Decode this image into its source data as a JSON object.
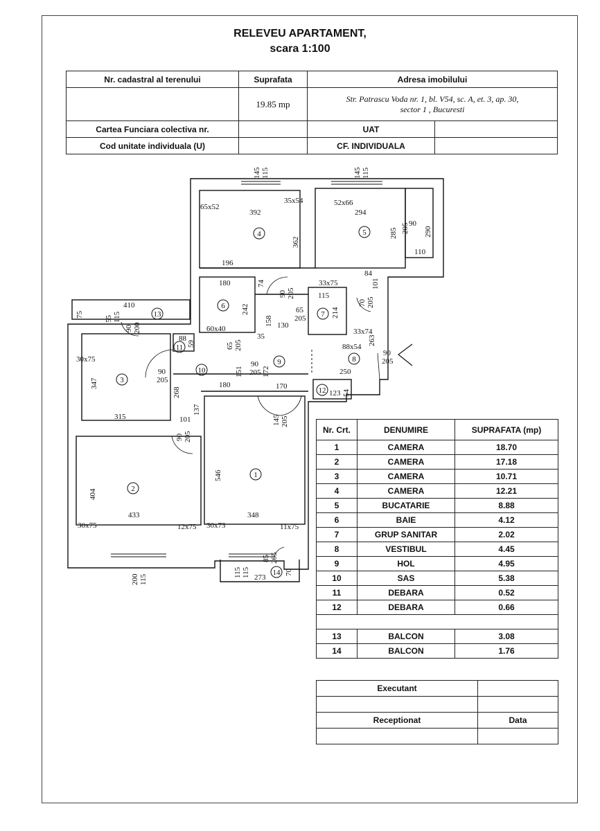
{
  "title": {
    "line1": "RELEVEU APARTAMENT,",
    "line2": "scara 1:100"
  },
  "header": {
    "col1": "Nr. cadastral al terenului",
    "col2": "Suprafata",
    "col3": "Adresa imobilului",
    "surface_value": "19.85 mp",
    "address_line1": "Str. Patrascu Voda nr. 1, bl. V54, sc. A, et. 3, ap. 30,",
    "address_line2": "sector 1 , Bucuresti",
    "row3_label": "Cartea Funciara colectiva nr.",
    "row3_mid": "UAT",
    "row4_label": "Cod unitate individuala (U)",
    "row4_mid": "CF. INDIVIDUALA"
  },
  "room_table": {
    "headers": [
      "Nr. Crt.",
      "DENUMIRE",
      "SUPRAFATA (mp)"
    ],
    "rows": [
      {
        "nr": "1",
        "name": "CAMERA",
        "area": "18.70"
      },
      {
        "nr": "2",
        "name": "CAMERA",
        "area": "17.18"
      },
      {
        "nr": "3",
        "name": "CAMERA",
        "area": "10.71"
      },
      {
        "nr": "4",
        "name": "CAMERA",
        "area": "12.21"
      },
      {
        "nr": "5",
        "name": "BUCATARIE",
        "area": "8.88"
      },
      {
        "nr": "6",
        "name": "BAIE",
        "area": "4.12"
      },
      {
        "nr": "7",
        "name": "GRUP SANITAR",
        "area": "2.02"
      },
      {
        "nr": "8",
        "name": "VESTIBUL",
        "area": "4.45"
      },
      {
        "nr": "9",
        "name": "HOL",
        "area": "4.95"
      },
      {
        "nr": "10",
        "name": "SAS",
        "area": "5.38"
      },
      {
        "nr": "11",
        "name": "DEBARA",
        "area": "0.52"
      },
      {
        "nr": "12",
        "name": "DEBARA",
        "area": "0.66"
      }
    ],
    "balcony_rows": [
      {
        "nr": "13",
        "name": "BALCON",
        "area": "3.08"
      },
      {
        "nr": "14",
        "name": "BALCON",
        "area": "1.76"
      }
    ]
  },
  "signatures": {
    "executant": "Executant",
    "receptionat": "Receptionat",
    "data": "Data"
  },
  "plan_labels": {
    "room_numbers": [
      "1",
      "2",
      "3",
      "4",
      "5",
      "6",
      "7",
      "8",
      "9",
      "10",
      "11",
      "12",
      "13",
      "14"
    ],
    "dims": {
      "r4_w": "392",
      "r4_h": "362",
      "r4_bottom": "196",
      "r4_corner": "65x52",
      "r4_col": "35x54",
      "r5_w": "294",
      "r5_h": "285",
      "r5_corner": "52x66",
      "r5_door": "90",
      "r5_door2": "205",
      "r5_side_h": "290",
      "r5_side_w": "110",
      "r5_bottom": "84",
      "r5_101": "101",
      "win_top_a": "145",
      "win_top_b": "115",
      "r6_w": "180",
      "r6_h": "242",
      "r6_col": "60x40",
      "d74": "74",
      "door_90": "90",
      "door_205": "205",
      "r7_col": "33x75",
      "r7_w": "115",
      "r7_h": "214",
      "door_65": "65",
      "door_70": "70",
      "d158": "158",
      "d130": "130",
      "d35": "35",
      "r8_col1": "33x74",
      "r8_col2": "88x54",
      "r8_263": "263",
      "r8_250": "250",
      "r9_151": "151",
      "r9_172": "172",
      "r9_170": "170",
      "r10_180": "180",
      "r11_88": "88",
      "r11_59": "59",
      "r12_123": "123",
      "r12_54": "54",
      "b13_w": "410",
      "b13_75": "75",
      "b13_55": "55",
      "b13_115": "115",
      "b13_200": "200",
      "r3_col": "30x75",
      "r3_h": "347",
      "r3_w": "315",
      "d268": "268",
      "d101": "101",
      "d137": "137",
      "r1_h": "546",
      "r1_w": "348",
      "r1_col1": "30x73",
      "r1_col2": "11x75",
      "r2_h": "404",
      "r2_w": "433",
      "r2_col1": "30x75",
      "r2_col2": "12x75",
      "win_bot_a": "200",
      "win_bot_b": "115",
      "b14_w": "273",
      "b14_115": "115",
      "b14_85": "85",
      "b14_70": "70"
    }
  }
}
